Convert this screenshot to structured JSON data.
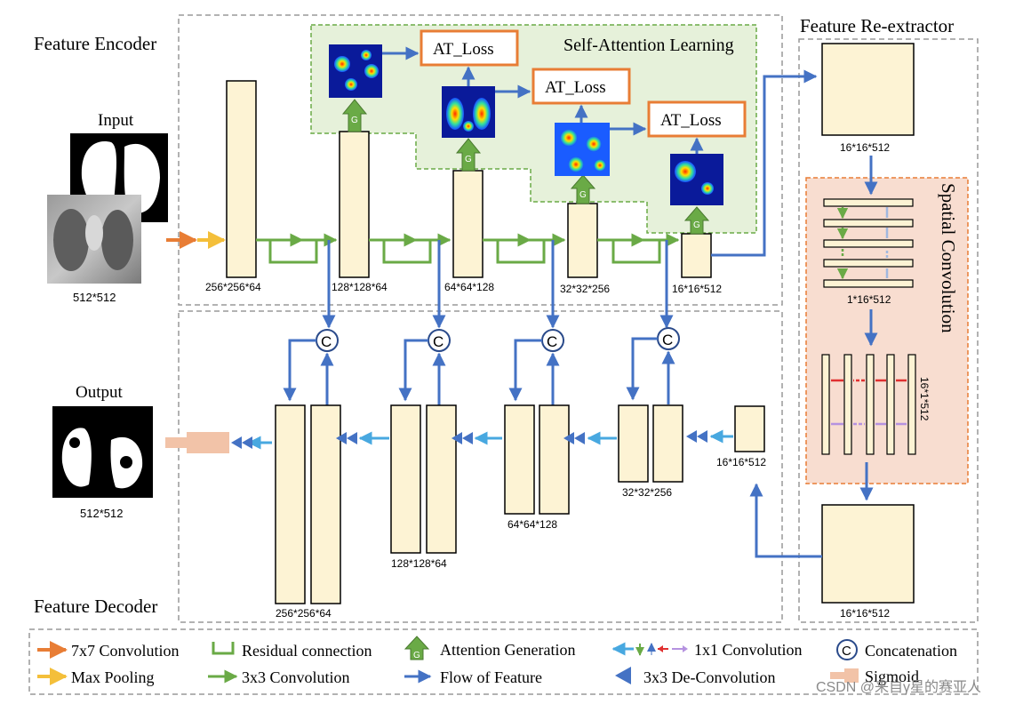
{
  "sections": {
    "encoder": "Feature Encoder",
    "decoder": "Feature Decoder",
    "reextractor": "Feature Re-extractor",
    "attention": "Self-Attention Learning",
    "spatial": "Spatial Convolution"
  },
  "labels": {
    "input": "Input",
    "output": "Output",
    "at_loss": "AT_Loss",
    "input_size": "512*512",
    "output_size": "512*512",
    "enc1": "256*256*64",
    "enc2": "128*128*64",
    "enc3": "64*64*128",
    "enc4": "32*32*256",
    "enc5": "16*16*512",
    "dec1": "256*256*64",
    "dec2": "128*128*64",
    "dec3": "64*64*128",
    "dec4": "32*32*256",
    "dec5": "16*16*512",
    "re_top": "16*16*512",
    "re_bottom": "16*16*512",
    "sc1": "1*16*512",
    "sc2": "16*1*512",
    "concat_symbol": "C",
    "attention_symbol": "G"
  },
  "legend": {
    "conv7": "7x7 Convolution",
    "maxpool": "Max Pooling",
    "residual": "Residual connection",
    "conv3": "3x3 Convolution",
    "attgen": "Attention Generation",
    "flow": "Flow of Feature",
    "conv1": "1x1 Convolution",
    "deconv": "3x3 De-Convolution",
    "concat": "Concatenation",
    "sigmoid": "Sigmoid"
  },
  "watermark": "CSDN @来自γ星的赛亚人",
  "colors": {
    "block_fill": "#fdf3d4",
    "green": "#6aaa46",
    "blue": "#4472c4",
    "light_blue": "#48a8e0",
    "orange": "#e87d35",
    "yellow": "#f4bf3a",
    "green_bg": "#e6f1da",
    "spatial_bg": "#f8ddd0",
    "sigmoid": "#f2c3a8",
    "red": "#e03030",
    "purple": "#b592e0"
  }
}
